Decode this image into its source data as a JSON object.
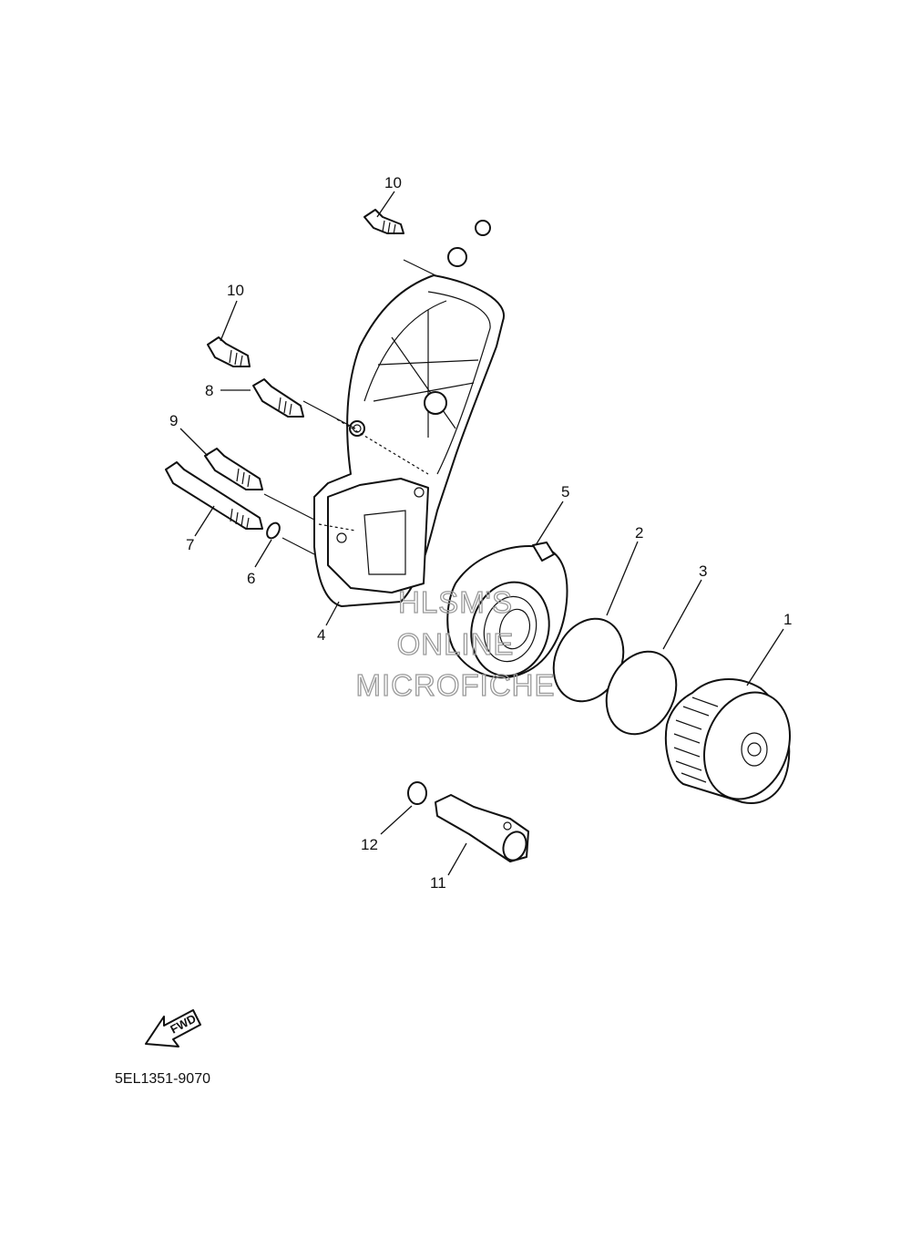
{
  "callouts": {
    "c1": "1",
    "c2": "2",
    "c3": "3",
    "c4": "4",
    "c5": "5",
    "c6": "6",
    "c7": "7",
    "c8": "8",
    "c9": "9",
    "c10a": "10",
    "c10b": "10",
    "c11": "11",
    "c12": "12"
  },
  "watermark": {
    "line1": "HLSM'S",
    "line2": "ONLINE",
    "line3": "MICROFICHE"
  },
  "fwd_label": "FWD",
  "diagram_code": "5EL1351-9070"
}
